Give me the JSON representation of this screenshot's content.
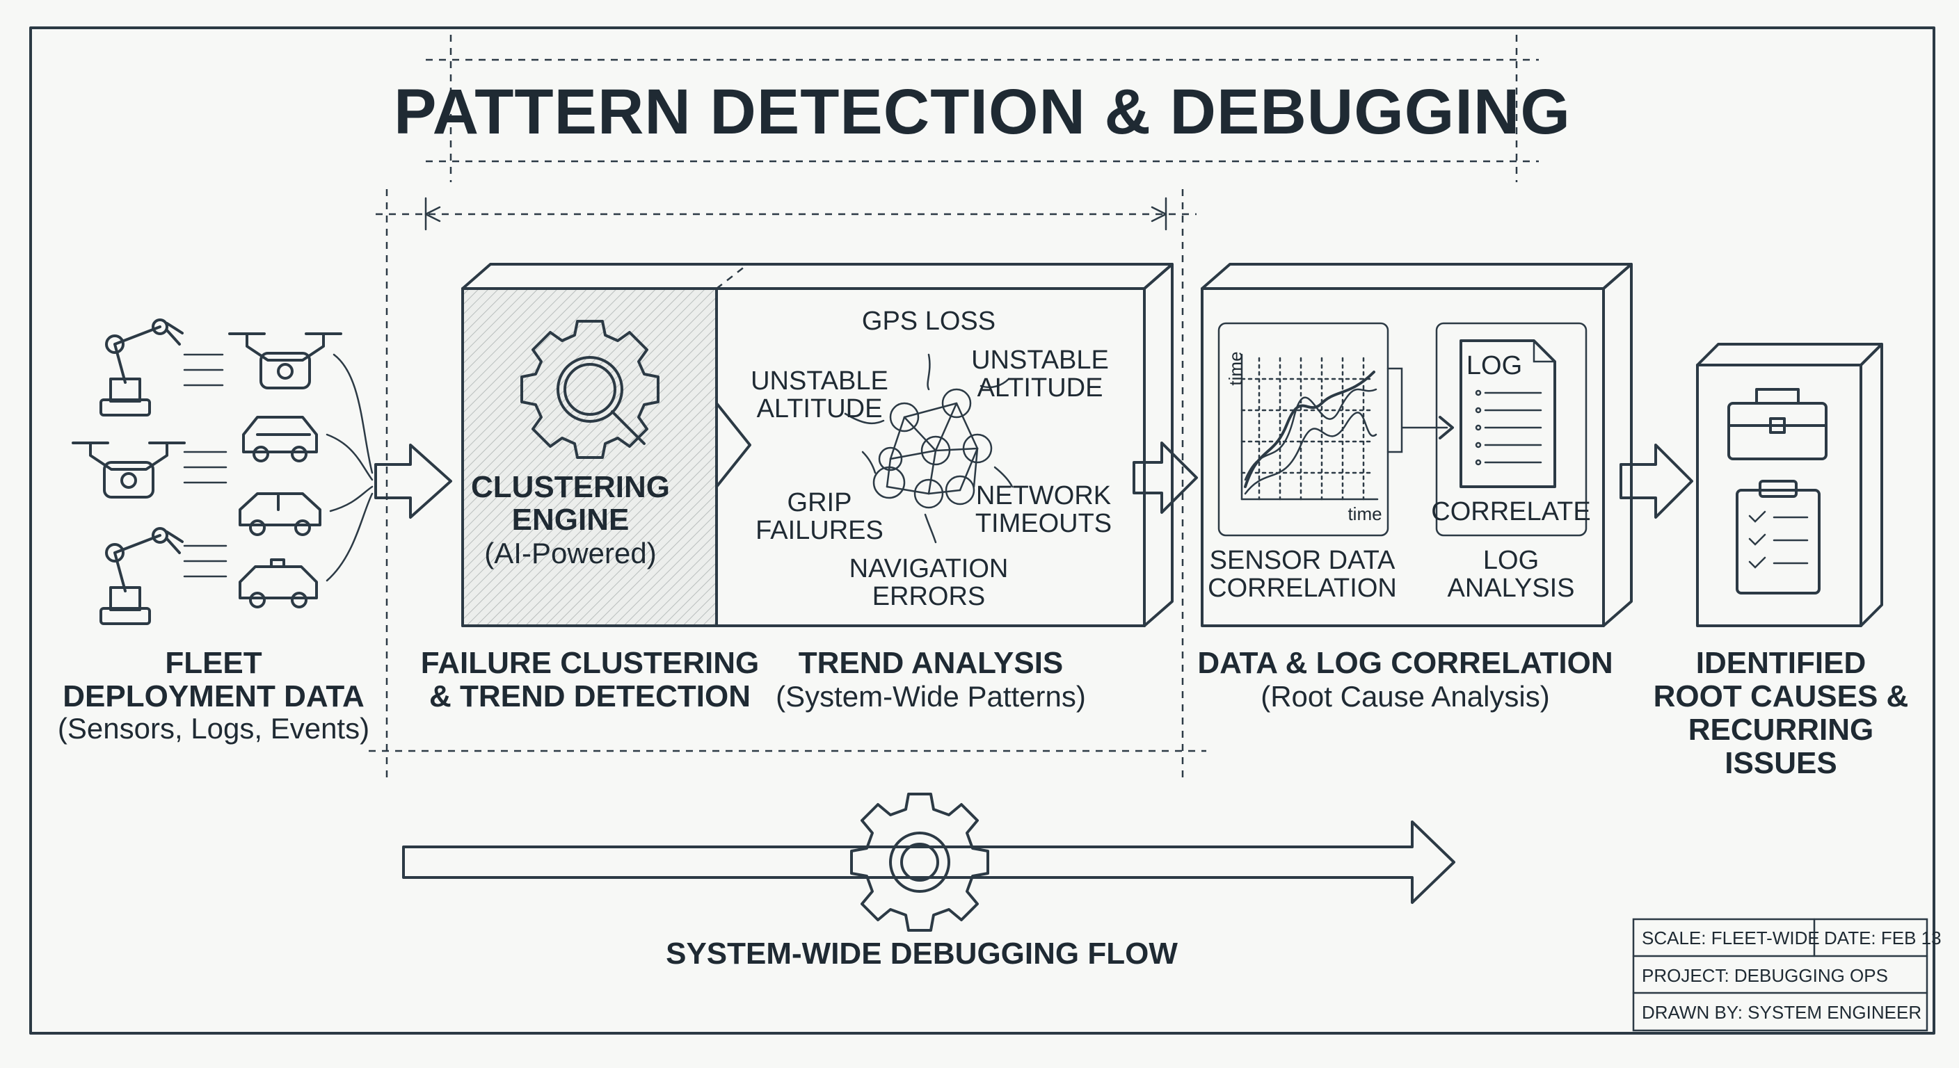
{
  "title": "PATTERN DETECTION & DEBUGGING",
  "fleet": {
    "title_line1": "FLEET",
    "title_line2": "DEPLOYMENT DATA",
    "subtitle": "(Sensors, Logs, Events)"
  },
  "clustering": {
    "engine_line1": "CLUSTERING",
    "engine_line2": "ENGINE",
    "engine_sub": "(AI-Powered)",
    "label_line1": "FAILURE CLUSTERING",
    "label_line2": "& TREND DETECTION"
  },
  "trend": {
    "nodes": {
      "gps_loss": "GPS LOSS",
      "unstable_left_1": "UNSTABLE",
      "unstable_left_2": "ALTITUDE",
      "unstable_right_1": "UNSTABLE",
      "unstable_right_2": "ALTITUDE",
      "grip_1": "GRIP",
      "grip_2": "FAILURES",
      "network_1": "NETWORK",
      "network_2": "TIMEOUTS",
      "nav_1": "NAVIGATION",
      "nav_2": "ERRORS"
    },
    "label": "TREND ANALYSIS",
    "subtitle": "(System-Wide Patterns)"
  },
  "correlation": {
    "chart_ylabel": "time",
    "chart_xlabel": "time",
    "log_title": "LOG",
    "correlate": "CORRELATE",
    "sensor_line1": "SENSOR DATA",
    "sensor_line2": "CORRELATION",
    "log_line1": "LOG",
    "log_line2": "ANALYSIS",
    "label": "DATA & LOG CORRELATION",
    "subtitle": "(Root Cause Analysis)"
  },
  "output": {
    "line1": "IDENTIFIED",
    "line2": "ROOT CAUSES &",
    "line3": "RECURRING",
    "line4": "ISSUES"
  },
  "flow": {
    "label": "SYSTEM-WIDE DEBUGGING FLOW"
  },
  "title_block": {
    "scale": "SCALE: FLEET-WIDE",
    "date": "DATE: FEB 13",
    "project": "PROJECT: DEBUGGING OPS",
    "drawn_by": "DRAWN BY: SYSTEM ENGINEER"
  }
}
